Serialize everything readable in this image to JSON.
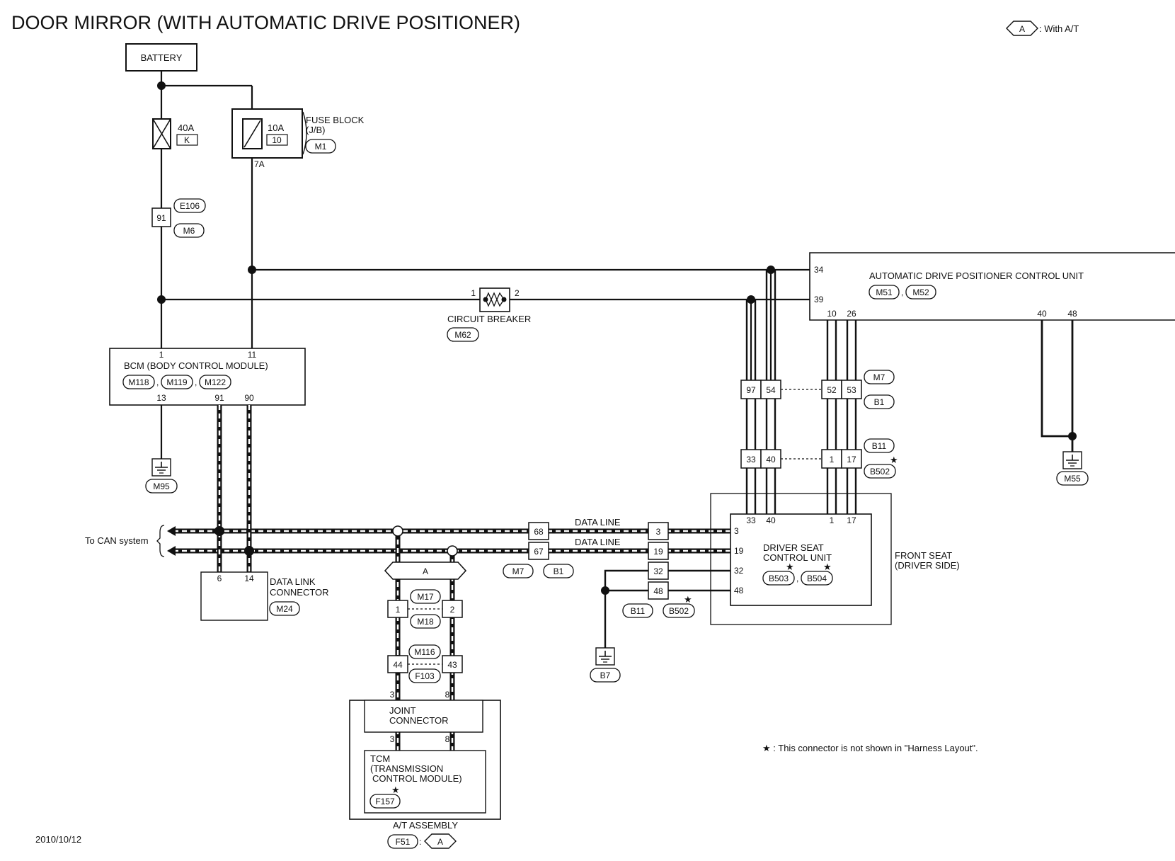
{
  "title": "DOOR MIRROR (WITH AUTOMATIC DRIVE POSITIONER)",
  "legend": {
    "code": "A",
    "text": ": With A/T"
  },
  "date": "2010/10/12",
  "note": "★ : This connector is not shown in \"Harness Layout\".",
  "battery": "BATTERY",
  "fuse_40": {
    "rating": "40A",
    "id": "K"
  },
  "fuse_10": {
    "rating": "10A",
    "id": "10",
    "terminal": "7A"
  },
  "fuse_block": {
    "line1": "FUSE BLOCK",
    "line2": "(J/B)",
    "conn": "M1"
  },
  "e106": {
    "pin": "91",
    "conn1": "E106",
    "conn2": "M6"
  },
  "breaker": {
    "label": "CIRCUIT BREAKER",
    "conn": "M62",
    "pin1": "1",
    "pin2": "2"
  },
  "adp": {
    "name": "AUTOMATIC DRIVE POSITIONER CONTROL UNIT",
    "conn1": "M51",
    "conn2": "M52",
    "pins": {
      "p34": "34",
      "p39": "39",
      "p10": "10",
      "p26": "26",
      "p40": "40",
      "p48": "48"
    }
  },
  "bcm": {
    "name": "BCM (BODY CONTROL MODULE)",
    "conn1": "M118",
    "conn2": "M119",
    "conn3": "M122",
    "pins": {
      "p1": "1",
      "p11": "11",
      "p13": "13",
      "p91": "91",
      "p90": "90"
    }
  },
  "ground_m95": "M95",
  "ground_m55": "M55",
  "ground_b7": "B7",
  "jc_m7b1": {
    "pins": [
      "97",
      "54",
      "52",
      "53"
    ],
    "conn1": "M7",
    "conn2": "B1"
  },
  "jc_b11": {
    "pins": [
      "33",
      "40",
      "1",
      "17"
    ],
    "conn1": "B11",
    "conn2": "B502"
  },
  "can": {
    "label": "To CAN system",
    "data_line_1": "DATA LINE",
    "data_line_2": "DATA LINE"
  },
  "dlc": {
    "line1": "DATA LINK",
    "line2": "CONNECTOR",
    "conn": "M24",
    "pin6": "6",
    "pin14": "14"
  },
  "jc_m7b1_data": {
    "pin68": "68",
    "pin67": "67",
    "conn1": "M7",
    "conn2": "B1"
  },
  "jc_b11_data": {
    "pins": [
      "3",
      "19",
      "32",
      "48"
    ],
    "conn1": "B11",
    "conn2": "B502"
  },
  "seat": {
    "name1": "DRIVER SEAT",
    "name2": "CONTROL UNIT",
    "conn1": "B503",
    "conn2": "B504",
    "top_pins": [
      "33",
      "40",
      "1",
      "17"
    ],
    "left_pins": [
      "3",
      "19",
      "32",
      "48"
    ],
    "frame1": "FRONT SEAT",
    "frame2": "(DRIVER SIDE)"
  },
  "at_branch": {
    "code": "A"
  },
  "m17": {
    "pin1": "1",
    "pin2": "2",
    "conn1": "M17",
    "conn2": "M18"
  },
  "m116": {
    "pin1": "44",
    "pin2": "43",
    "conn1": "M116",
    "conn2": "F103"
  },
  "joint": {
    "line1": "JOINT",
    "line2": "CONNECTOR",
    "pin_a": "3",
    "pin_b": "8",
    "pin_a2": "3",
    "pin_b2": "8"
  },
  "tcm": {
    "line1": "TCM",
    "line2": "(TRANSMISSION",
    "line3": "CONTROL MODULE)",
    "conn": "F157"
  },
  "at_assy": {
    "label": "A/T ASSEMBLY",
    "conn": "F51",
    "code": "A"
  }
}
